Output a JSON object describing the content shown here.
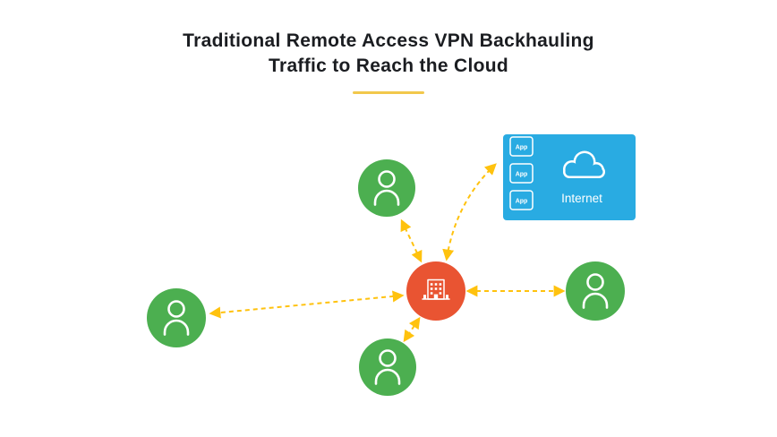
{
  "title": {
    "line1": "Traditional Remote Access VPN Backhauling",
    "line2": "Traffic to Reach the Cloud"
  },
  "diagram": {
    "internet_box": {
      "label": "Internet",
      "app_label": "App"
    },
    "icons": {
      "user": "person-outline",
      "hub": "office-building",
      "cloud": "cloud",
      "app": "app-window"
    },
    "colors": {
      "user_green": "#4CAF50",
      "office_red": "#E95432",
      "internet_blue": "#29ABE2",
      "arrow_yellow": "#FFC20E",
      "divider_yellow": "#F2C84C",
      "title_dark": "#1B1D21"
    }
  }
}
